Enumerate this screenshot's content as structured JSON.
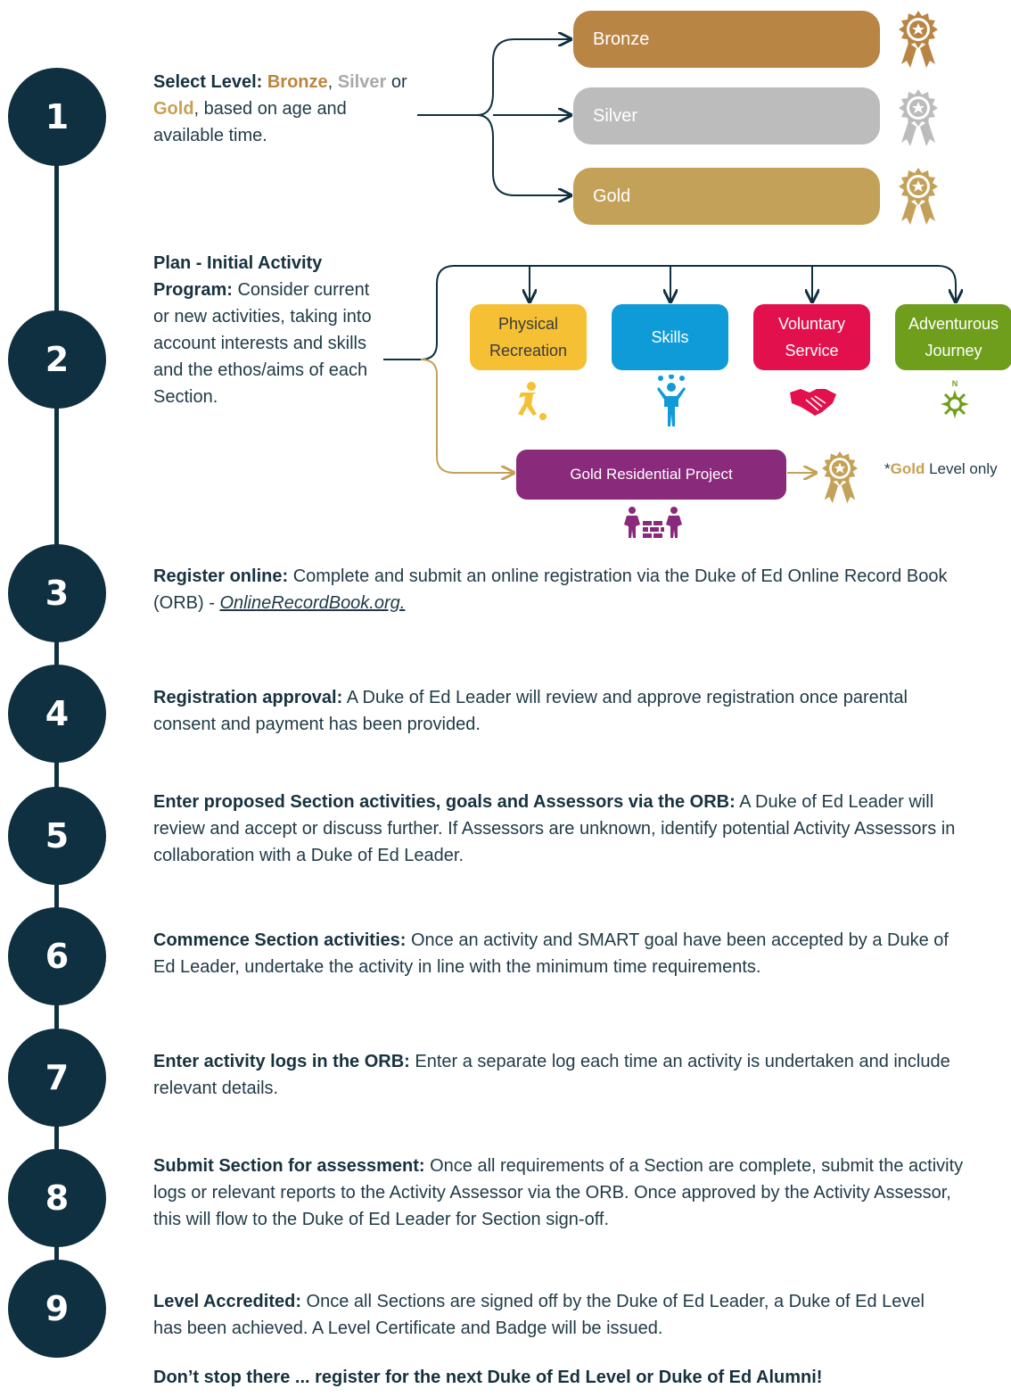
{
  "steps": [
    {
      "number": "1",
      "title": "Select Level:",
      "sep1": ", ",
      "sep2": " or ",
      "rest": ", based on age and available time."
    },
    {
      "number": "2",
      "title": "Plan - Initial Activity Program:",
      "text": " Consider current or new activities, taking into account interests and skills and the ethos/aims of each Section."
    },
    {
      "number": "3",
      "title": "Register online:",
      "text": " Complete and submit an online registration via the Duke of Ed Online Record Book (ORB) - ",
      "link": "OnlineRecordBook.org."
    },
    {
      "number": "4",
      "title": "Registration approval:",
      "text": " A Duke of Ed Leader will review and approve registration once parental consent and payment has been provided."
    },
    {
      "number": "5",
      "title": "Enter proposed Section activities, goals and Assessors via the ORB:",
      "text": " A Duke of Ed Leader will review and accept or discuss further. If Assessors are unknown, identify potential Activity Assessors in collaboration with a Duke of Ed Leader."
    },
    {
      "number": "6",
      "title": "Commence Section activities:",
      "text": " Once an activity and SMART goal have been accepted by a Duke of Ed Leader, undertake the activity in line with the minimum time requirements."
    },
    {
      "number": "7",
      "title": "Enter activity logs in the ORB:",
      "text": " Enter a separate log each time an activity is undertaken and include relevant details."
    },
    {
      "number": "8",
      "title": "Submit Section for assessment:",
      "text": " Once all requirements of a Section are complete,  submit the activity logs or relevant reports to the Activity Assessor via the ORB. Once approved by the Activity Assessor, this will flow to the Duke of Ed Leader for Section sign-off."
    },
    {
      "number": "9",
      "title": "Level Accredited:",
      "text": " Once all Sections are signed off by the Duke of Ed Leader, a Duke of Ed Level has been achieved. A Level Certificate and Badge will be issued."
    }
  ],
  "levels": [
    {
      "label": "Bronze",
      "color": "#b98545"
    },
    {
      "label": "Silver",
      "color": "#bcbcbc"
    },
    {
      "label": "Gold",
      "color": "#c4a159"
    }
  ],
  "sections": [
    {
      "label": "Physical Recreation",
      "color": "#f5c033",
      "icon": "person-kicking-ball-icon"
    },
    {
      "label": "Skills",
      "color": "#0f9bd7",
      "icon": "person-juggling-icon"
    },
    {
      "label": "Voluntary Service",
      "color": "#e2114d",
      "icon": "handshake-icon"
    },
    {
      "label": "Adventurous Journey",
      "color": "#6f9e1c",
      "icon": "compass-icon"
    }
  ],
  "gold_project": {
    "label": "Gold Residential Project",
    "color": "#8a2a7a",
    "icon": "people-building-wall-icon"
  },
  "gold_note": {
    "prefix": "*",
    "gold_word": "Gold",
    "suffix": " Level only"
  },
  "final_cta": "Don’t stop there ... register for the next Duke of Ed Level or Duke of Ed Alumni!",
  "colors": {
    "navy": "#0f3040",
    "bronze": "#bd8440",
    "silver": "#a9a9a9",
    "gold": "#c7a052"
  }
}
